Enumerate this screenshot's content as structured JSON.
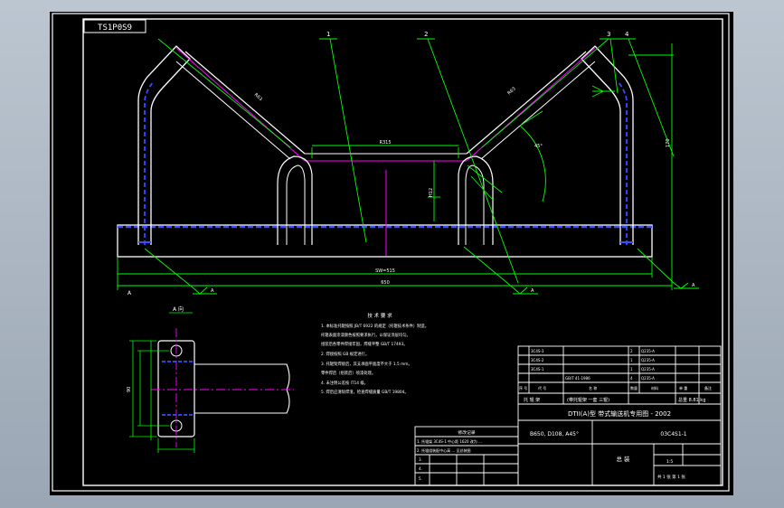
{
  "drawing": {
    "sheet_code": "TS1P0S9",
    "balloons": [
      "1",
      "2",
      "3",
      "4"
    ],
    "dims": {
      "side_len_left": "R63",
      "side_len_right": "R63",
      "center_roll": "R315",
      "total_inner": "SW=515",
      "total_outer": "650",
      "center_height": "H12",
      "angle": "45°",
      "bracket_height": "170",
      "detail_dim": "90"
    },
    "ref_letters": {
      "left_a": "A",
      "mark_a": "A",
      "mark_b": "A",
      "right_a": "A"
    },
    "detail_title": "A 向",
    "notes": {
      "title": "技 术 要 求",
      "lines": [
        "1. 本标准托辊按照 JB/T 6922 的规定（托辊技术条件）制造。",
        "   托辊表面涂漆颜色按照要求执行，以保证涂层均匀。",
        "   组装后各零件焊接牢固，焊缝平整 GB/T 17493。",
        "2. 焊接按照 GB 规定进行。",
        "3. 托辊架焊接后，其支承面平面度不大于 1.5 mm。",
        "   零件焊后（组装后）喷漆处理。",
        "4. 未注明公差按 IT14 级。",
        "5. 焊后应清除焊渣，检查焊缝质量 GB/T 19804。"
      ]
    },
    "title_block": {
      "bom_rows": [
        {
          "no": "3C4S-3",
          "name": "",
          "qty": "2",
          "mat": "Q235-A",
          "weight": ""
        },
        {
          "no": "3C4S-2",
          "name": "",
          "qty": "1",
          "mat": "Q235-A",
          "weight": ""
        },
        {
          "no": "3C4S-1",
          "name": "",
          "qty": "1",
          "mat": "Q235-A",
          "weight": ""
        },
        {
          "no": "",
          "name": "GB/T 41-1986",
          "qty": "4",
          "mat": "Q235-A",
          "weight": ""
        }
      ],
      "bom_header": [
        "序 号",
        "代 号",
        "名 称",
        "数量",
        "材料",
        "单 重",
        "备注"
      ],
      "summary_left": "托 辊 架",
      "summary_mid": "(带托辊架 一套 三辊)",
      "summary_weight": "总重 8.81 kg",
      "series": "DTII(A)型 带式输送机专用图 - 2002",
      "spec": "B650, D108, A45°",
      "drawing_no": "03C4S1-1",
      "name": "总 装",
      "scale_label": "1:5",
      "sheet_label": "共 1 张 第 1 张",
      "rev_title": "修改记录",
      "rev_rows": [
        "1. 托辊架 3C4S-1 中心距 1620 改为 ...",
        "2. 托辊组装配中心高 ... 见总装图",
        "3.",
        "4.",
        "5."
      ]
    }
  }
}
